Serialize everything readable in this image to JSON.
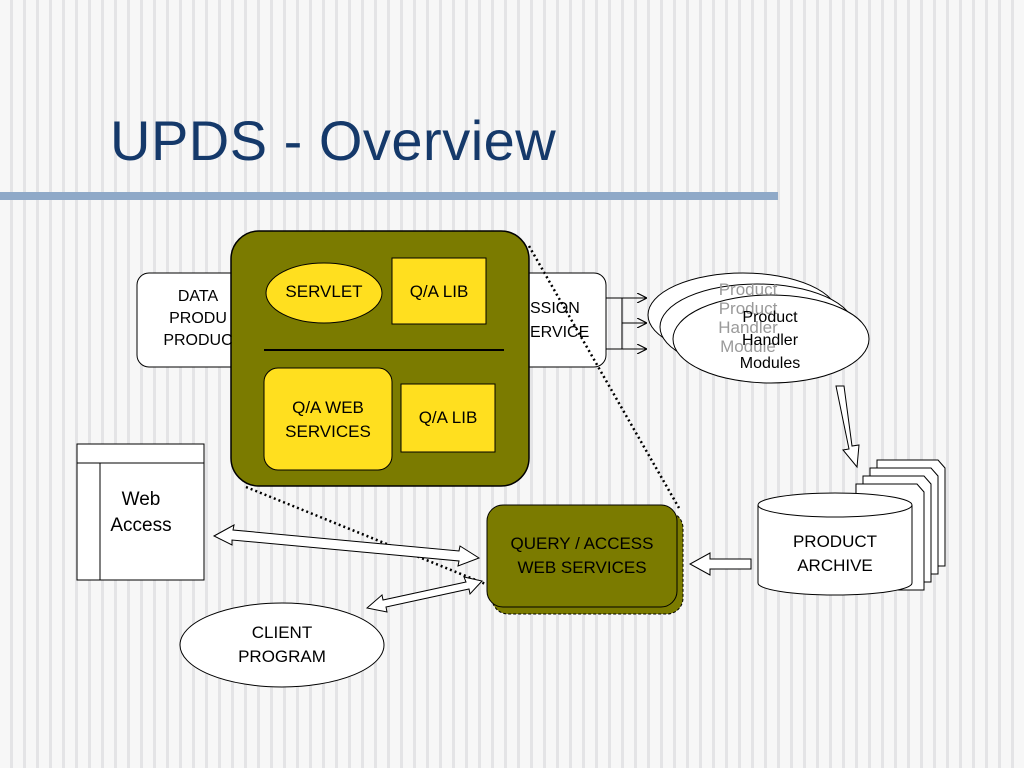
{
  "slide": {
    "title": "UPDS - Overview"
  },
  "nodes": {
    "data_products": {
      "line1": "DATA",
      "line2": "PRODU",
      "line3": "PRODUC"
    },
    "servlet": "SERVLET",
    "qa_lib_top": "Q/A LIB",
    "qa_web_services": {
      "line1": "Q/A WEB",
      "line2": "SERVICES"
    },
    "qa_lib_bottom": "Q/A LIB",
    "ingestion_service": {
      "line1": "SSION",
      "line2": "ERVICE"
    },
    "product_handler": {
      "line1": "Product",
      "line2": "Handler",
      "line3": "Modules"
    },
    "ghost_handler": {
      "line1": "Product",
      "line2": "Product",
      "line3": "Handler",
      "line4": "Module"
    },
    "web_access": {
      "line1": "Web",
      "line2": "Access"
    },
    "query_access": {
      "line1": "QUERY / ACCESS",
      "line2": "WEB SERVICES"
    },
    "product_archive": {
      "line1": "PRODUCT",
      "line2": "ARCHIVE"
    },
    "client_program": {
      "line1": "CLIENT",
      "line2": "PROGRAM"
    }
  },
  "colors": {
    "title": "#15396a",
    "olive": "#7b7b00",
    "yellow": "#ffdf1f",
    "rule": "#8fa9c8"
  }
}
